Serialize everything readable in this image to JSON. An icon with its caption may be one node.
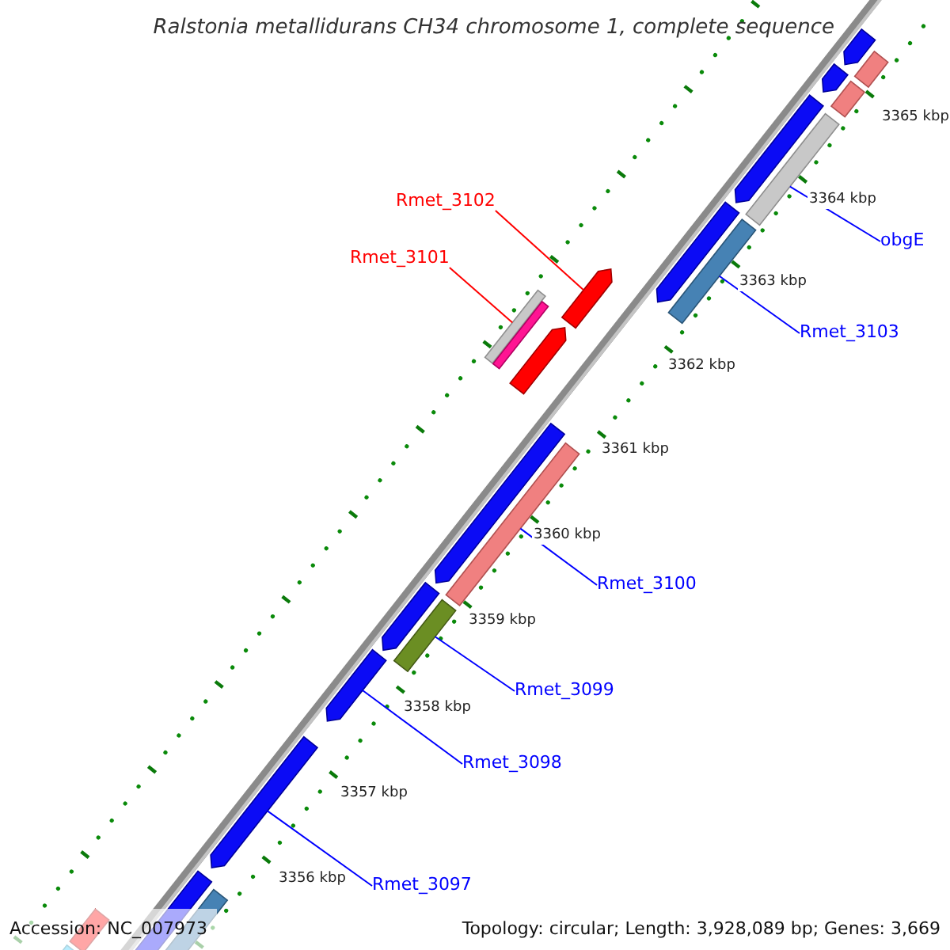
{
  "diagram": {
    "title": "Ralstonia metallidurans CH34 chromosome 1, complete sequence",
    "nodes": [
      {
        "text": [
          "Rmet_3102"
        ]
      },
      {
        "text": [
          "Rmet_3101"
        ]
      },
      {
        "text": [
          "obgE"
        ]
      },
      {
        "text": [
          "Rmet_3103"
        ]
      },
      {
        "text": [
          "Rmet_3100"
        ]
      },
      {
        "text": [
          "Rmet_3099"
        ]
      },
      {
        "text": [
          "Rmet_3098"
        ]
      },
      {
        "text": [
          "Rmet_3097"
        ]
      },
      {
        "text": [],
        "shape": "pentagon"
      },
      {
        "text": [],
        "shape": "bar"
      },
      {
        "text": [],
        "shape": "pentagon"
      },
      {
        "text": [],
        "shape": "bar"
      },
      {
        "text": [],
        "shape": "pentagon"
      },
      {
        "text": [],
        "shape": "bar"
      },
      {
        "text": [],
        "shape": "pentagon"
      },
      {
        "text": [],
        "shape": "bar"
      },
      {
        "text": [],
        "shape": "pentagon"
      },
      {
        "text": [],
        "shape": "bar"
      },
      {
        "text": [],
        "shape": "bar"
      },
      {
        "text": [],
        "shape": "pentagon"
      },
      {
        "text": [],
        "shape": "pentagon"
      },
      {
        "text": [],
        "shape": "bar"
      },
      {
        "text": [],
        "shape": "pentagon"
      },
      {
        "text": [],
        "shape": "bar"
      },
      {
        "text": [],
        "shape": "pentagon"
      },
      {
        "text": [],
        "shape": "pentagon"
      },
      {
        "text": [],
        "shape": "pentagon"
      },
      {
        "text": [],
        "shape": "bar"
      },
      {
        "text": [],
        "shape": "bar"
      },
      {
        "text": [],
        "shape": "bar"
      }
    ],
    "edges": [
      {
        "from": 0,
        "to": 16,
        "arrow": "none",
        "color": "#ff0000"
      },
      {
        "from": 1,
        "to": 17,
        "arrow": "none",
        "color": "#ff0000"
      },
      {
        "from": 2,
        "to": 13,
        "arrow": "none"
      },
      {
        "from": 3,
        "to": 15,
        "arrow": "none"
      },
      {
        "from": 4,
        "to": 21,
        "arrow": "none"
      },
      {
        "from": 5,
        "to": 23,
        "arrow": "none"
      },
      {
        "from": 6,
        "to": 24,
        "arrow": "none"
      },
      {
        "from": 7,
        "to": 25,
        "arrow": "none"
      }
    ],
    "labels": [
      "3365 kbp",
      "3364 kbp",
      "3363 kbp",
      "3362 kbp",
      "3361 kbp",
      "3360 kbp",
      "3359 kbp",
      "3358 kbp",
      "3357 kbp",
      "3356 kbp",
      "Accession: NC_007973",
      "Topology: circular; Length: 3,928,089 bp; Genes: 3,669"
    ]
  }
}
